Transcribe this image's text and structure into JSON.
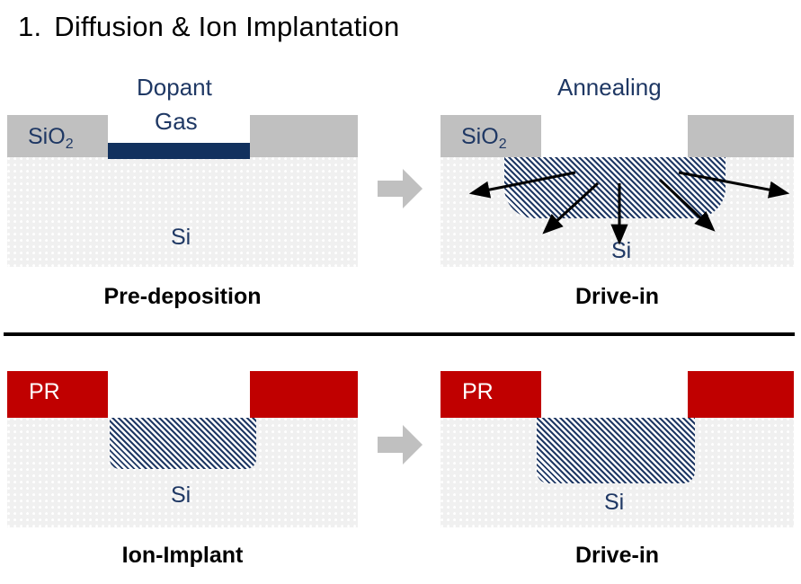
{
  "title": {
    "number": "1.",
    "text": "Diffusion & Ion Implantation"
  },
  "colors": {
    "oxide_gray": "#c0c0c0",
    "photoresist_red": "#c00000",
    "navy": "#1f3864",
    "dopant_bar": "#12315e",
    "silicon_bg": "#f0f0f0",
    "arrow_gray": "#c0c0c0",
    "divider_black": "#000000",
    "white": "#ffffff"
  },
  "rows": [
    {
      "id": "diffusion-row",
      "left_panel": {
        "id": "pre-deposition",
        "top_label": "Dopant",
        "top_label_2": "Gas",
        "oxide_label": "SiO2",
        "oxide_label_base": "SiO",
        "oxide_label_sub": "2",
        "substrate_label": "Si",
        "caption": "Pre-deposition"
      },
      "transition_icon": "right-arrow-icon",
      "right_panel": {
        "id": "drive-in-diffusion",
        "top_label": "Annealing",
        "oxide_label": "SiO2",
        "oxide_label_base": "SiO",
        "oxide_label_sub": "2",
        "substrate_label": "Si",
        "caption": "Drive-in",
        "diffusion_arrows": 5
      }
    },
    {
      "id": "implant-row",
      "left_panel": {
        "id": "ion-implant",
        "resist_label": "PR",
        "substrate_label": "Si",
        "caption": "Ion-Implant"
      },
      "transition_icon": "right-arrow-icon",
      "right_panel": {
        "id": "drive-in-implant",
        "resist_label": "PR",
        "substrate_label": "Si",
        "caption": "Drive-in"
      }
    }
  ]
}
